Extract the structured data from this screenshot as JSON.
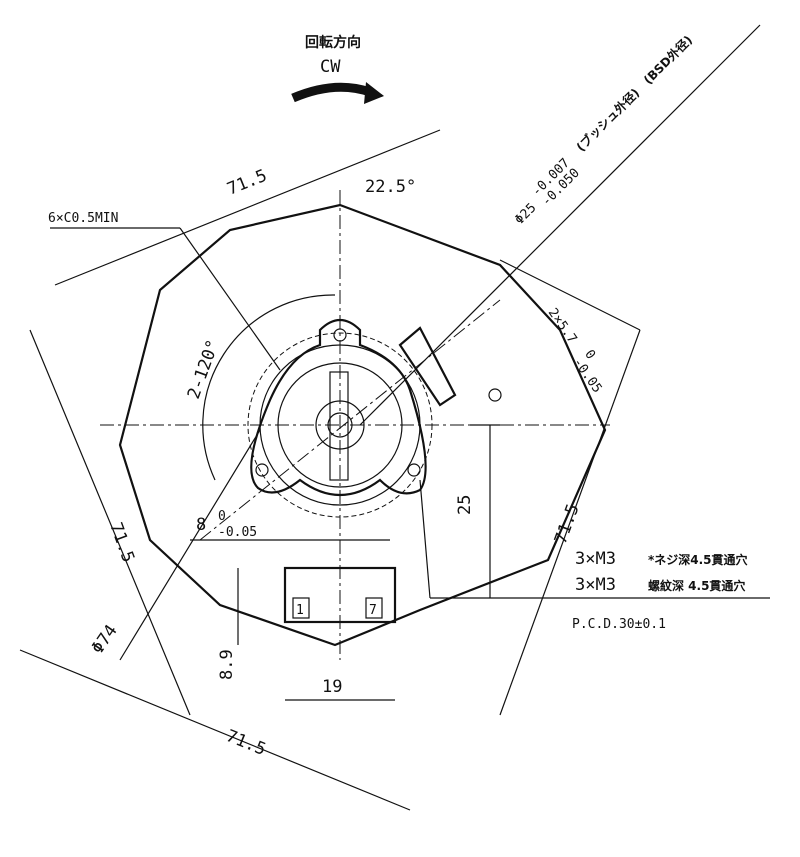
{
  "rotation": {
    "label_jp": "回転方向",
    "label": "CW"
  },
  "dims": {
    "top_side": "71.5",
    "angle": "22.5°",
    "chamfer": "6×C0.5MIN",
    "shaft_dia": "Φ25",
    "shaft_tol_upper": "-0.007",
    "shaft_tol_lower": "-0.050",
    "shaft_note_1": "(ブッシュ外径)",
    "shaft_note_2": "(BSD外径)",
    "key_width": "2×5.7",
    "key_tol_upper": "0",
    "key_tol_lower": "-0.05",
    "boss_angle": "2-120°",
    "right_side": "71.5",
    "left_side": "71.5",
    "bottom_side": "71.5",
    "height_25": "25",
    "width_8": "8",
    "width_8_tol_upper": "0",
    "width_8_tol_lower": "-0.05",
    "outer_dia": "Φ74",
    "conn_height": "8.9",
    "conn_width": "19",
    "pin_1": "1",
    "pin_7": "7"
  },
  "notes": {
    "m3_a": "3×M3",
    "m3_a_jp": "*ネジ深4.5貫通穴",
    "m3_b": "3×M3",
    "m3_b_jp": "螺紋深 4.5貫通穴",
    "pcd": "P.C.D.30±0.1"
  }
}
